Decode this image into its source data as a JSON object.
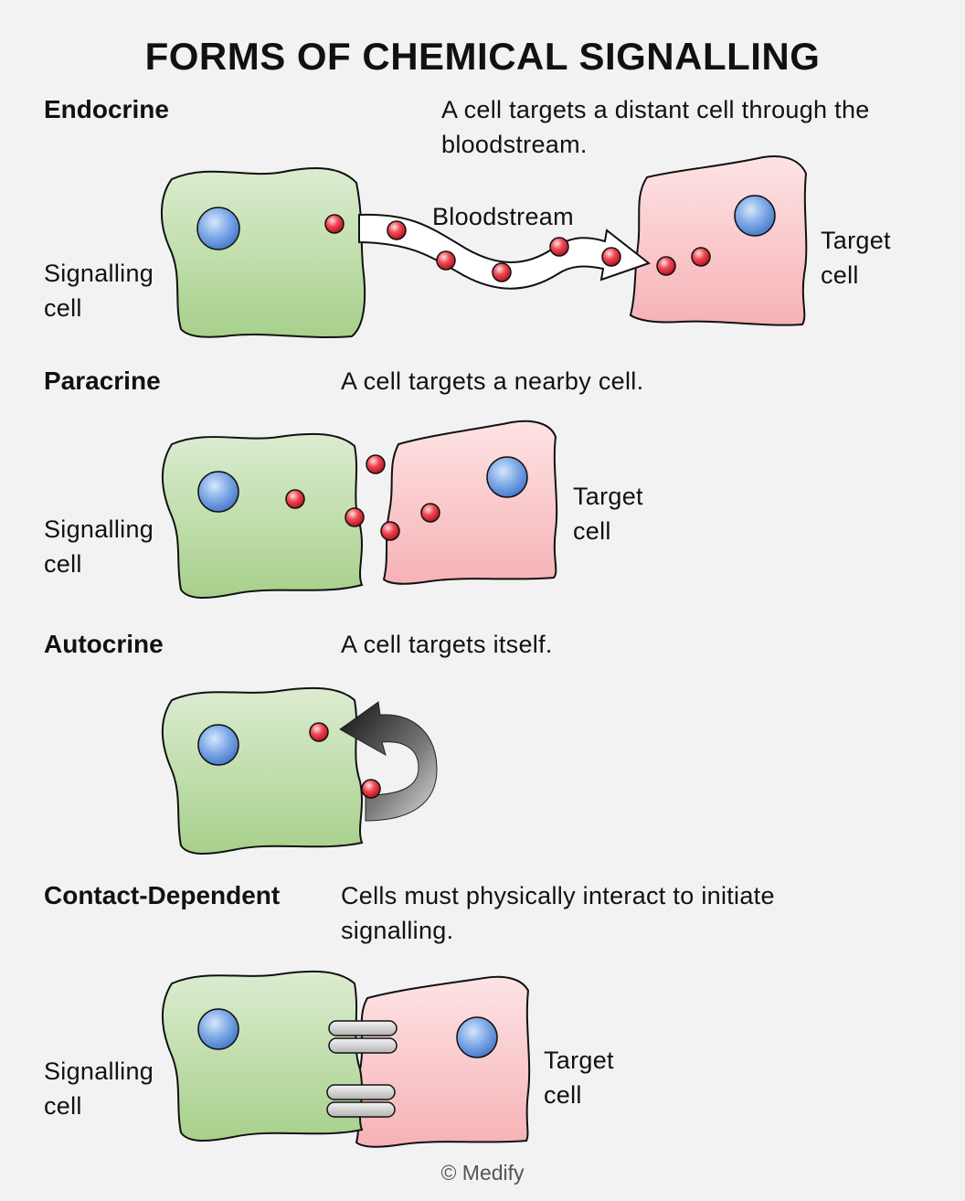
{
  "title": "FORMS OF CHEMICAL SIGNALLING",
  "sections": {
    "endocrine": {
      "heading": "Endocrine",
      "description_line1": "A cell targets a distant cell through the",
      "description_line2": "bloodstream.",
      "signalling_label_line1": "Signalling",
      "signalling_label_line2": "cell",
      "channel_label": "Bloodstream",
      "target_label_line1": "Target",
      "target_label_line2": "cell"
    },
    "paracrine": {
      "heading": "Paracrine",
      "description_line1": "A cell targets a nearby cell.",
      "signalling_label_line1": "Signalling",
      "signalling_label_line2": "cell",
      "target_label_line1": "Target",
      "target_label_line2": "cell"
    },
    "autocrine": {
      "heading": "Autocrine",
      "description_line1": "A cell targets itself."
    },
    "contact_dependent": {
      "heading": "Contact-Dependent",
      "description_line1": "Cells must physically interact to initiate",
      "description_line2": "signalling.",
      "signalling_label_line1": "Signalling",
      "signalling_label_line2": "cell",
      "target_label_line1": "Target",
      "target_label_line2": "cell"
    }
  },
  "copyright": "© Medify",
  "colors": {
    "signalling_cell": "#a9d28e",
    "target_cell": "#f6b7ba",
    "nucleus": "#5b8fdc",
    "signal_molecule": "#d4202c",
    "background": "#f2f2f2"
  }
}
